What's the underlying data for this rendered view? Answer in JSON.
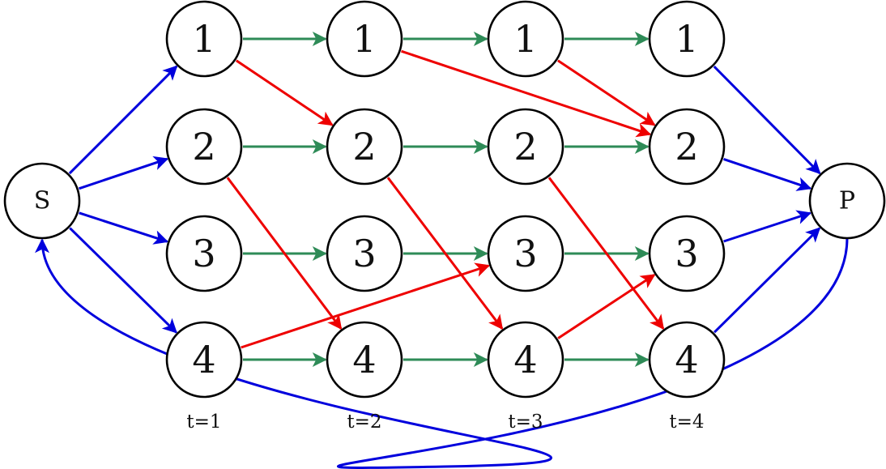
{
  "colors": {
    "source_edge": "#0000dd",
    "sink_edge": "#0000dd",
    "return_edge": "#0000dd",
    "wait_edge": "#2e8b57",
    "transfer_edge": "#ee0000"
  },
  "nodes": [
    {
      "id": "S",
      "label": "S",
      "col": 0,
      "row": 1.5,
      "kind": "terminal"
    },
    {
      "id": "P",
      "label": "P",
      "col": 5,
      "row": 1.5,
      "kind": "terminal"
    },
    {
      "id": "t1r1",
      "label": "1",
      "col": 1,
      "row": 0,
      "kind": "state"
    },
    {
      "id": "t1r2",
      "label": "2",
      "col": 1,
      "row": 1,
      "kind": "state"
    },
    {
      "id": "t1r3",
      "label": "3",
      "col": 1,
      "row": 2,
      "kind": "state"
    },
    {
      "id": "t1r4",
      "label": "4",
      "col": 1,
      "row": 3,
      "kind": "state"
    },
    {
      "id": "t2r1",
      "label": "1",
      "col": 2,
      "row": 0,
      "kind": "state"
    },
    {
      "id": "t2r2",
      "label": "2",
      "col": 2,
      "row": 1,
      "kind": "state"
    },
    {
      "id": "t2r3",
      "label": "3",
      "col": 2,
      "row": 2,
      "kind": "state"
    },
    {
      "id": "t2r4",
      "label": "4",
      "col": 2,
      "row": 3,
      "kind": "state"
    },
    {
      "id": "t3r1",
      "label": "1",
      "col": 3,
      "row": 0,
      "kind": "state"
    },
    {
      "id": "t3r2",
      "label": "2",
      "col": 3,
      "row": 1,
      "kind": "state"
    },
    {
      "id": "t3r3",
      "label": "3",
      "col": 3,
      "row": 2,
      "kind": "state"
    },
    {
      "id": "t3r4",
      "label": "4",
      "col": 3,
      "row": 3,
      "kind": "state"
    },
    {
      "id": "t4r1",
      "label": "1",
      "col": 4,
      "row": 0,
      "kind": "state"
    },
    {
      "id": "t4r2",
      "label": "2",
      "col": 4,
      "row": 1,
      "kind": "state"
    },
    {
      "id": "t4r3",
      "label": "3",
      "col": 4,
      "row": 2,
      "kind": "state"
    },
    {
      "id": "t4r4",
      "label": "4",
      "col": 4,
      "row": 3,
      "kind": "state"
    }
  ],
  "edges": [
    {
      "from": "S",
      "to": "t1r1",
      "type": "source_edge"
    },
    {
      "from": "S",
      "to": "t1r2",
      "type": "source_edge"
    },
    {
      "from": "S",
      "to": "t1r3",
      "type": "source_edge"
    },
    {
      "from": "S",
      "to": "t1r4",
      "type": "source_edge"
    },
    {
      "from": "t1r1",
      "to": "t2r1",
      "type": "wait_edge"
    },
    {
      "from": "t2r1",
      "to": "t3r1",
      "type": "wait_edge"
    },
    {
      "from": "t3r1",
      "to": "t4r1",
      "type": "wait_edge"
    },
    {
      "from": "t1r2",
      "to": "t2r2",
      "type": "wait_edge"
    },
    {
      "from": "t2r2",
      "to": "t3r2",
      "type": "wait_edge"
    },
    {
      "from": "t3r2",
      "to": "t4r2",
      "type": "wait_edge"
    },
    {
      "from": "t1r3",
      "to": "t2r3",
      "type": "wait_edge"
    },
    {
      "from": "t2r3",
      "to": "t3r3",
      "type": "wait_edge"
    },
    {
      "from": "t3r3",
      "to": "t4r3",
      "type": "wait_edge"
    },
    {
      "from": "t1r4",
      "to": "t2r4",
      "type": "wait_edge"
    },
    {
      "from": "t2r4",
      "to": "t3r4",
      "type": "wait_edge"
    },
    {
      "from": "t3r4",
      "to": "t4r4",
      "type": "wait_edge"
    },
    {
      "from": "t1r1",
      "to": "t2r2",
      "type": "transfer_edge"
    },
    {
      "from": "t2r1",
      "to": "t4r2",
      "type": "transfer_edge"
    },
    {
      "from": "t3r1",
      "to": "t4r2",
      "type": "transfer_edge"
    },
    {
      "from": "t1r2",
      "to": "t2r4",
      "type": "transfer_edge"
    },
    {
      "from": "t2r2",
      "to": "t3r4",
      "type": "transfer_edge"
    },
    {
      "from": "t3r2",
      "to": "t4r4",
      "type": "transfer_edge"
    },
    {
      "from": "t1r4",
      "to": "t3r3",
      "type": "transfer_edge"
    },
    {
      "from": "t3r4",
      "to": "t4r3",
      "type": "transfer_edge"
    },
    {
      "from": "t4r1",
      "to": "P",
      "type": "sink_edge"
    },
    {
      "from": "t4r2",
      "to": "P",
      "type": "sink_edge"
    },
    {
      "from": "t4r3",
      "to": "P",
      "type": "sink_edge"
    },
    {
      "from": "t4r4",
      "to": "P",
      "type": "sink_edge"
    },
    {
      "from": "P",
      "to": "S",
      "type": "return_edge"
    }
  ],
  "time_labels": [
    {
      "col": 1,
      "text": "t=1"
    },
    {
      "col": 2,
      "text": "t=2"
    },
    {
      "col": 3,
      "text": "t=3"
    },
    {
      "col": 4,
      "text": "t=4"
    }
  ]
}
